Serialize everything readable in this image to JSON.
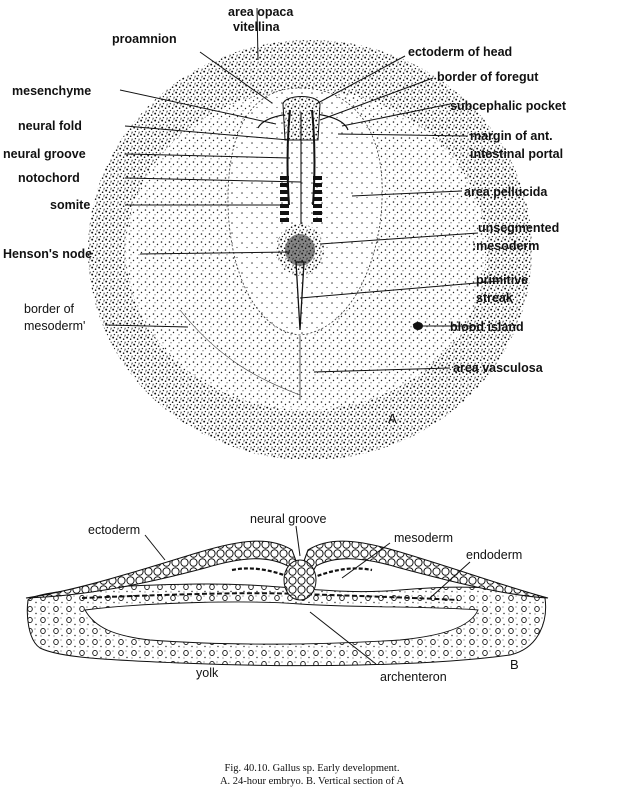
{
  "figure_a": {
    "panel_label": "A",
    "labels": {
      "area_opaca_1": "area opaca",
      "area_opaca_2": "vitellina",
      "proamnion": "proamnion",
      "ectoderm_of_head": "ectoderm of head",
      "border_of_foregut": "border of foregut",
      "mesenchyme": "mesenchyme",
      "subcephalic_pocket": "subcephalic pocket",
      "neural_fold": "neural fold",
      "margin_ant_1": "margin of ant.",
      "margin_ant_2": "intestinal portal",
      "neural_groove": "neural groove",
      "notochord": "notochord",
      "area_pellucida": "area pellucida",
      "somite": "somite",
      "unsegmented_1": "unsegmented",
      "unsegmented_2": ":mesoderm",
      "hensons_node": "Henson's node",
      "primitive_1": "primitive",
      "primitive_2": "streak",
      "border_mesoderm_1": "border of",
      "border_mesoderm_2": "mesoderm'",
      "blood_island": "blood island",
      "area_vasculosa": "area vasculosa"
    }
  },
  "figure_b": {
    "panel_label": "B",
    "labels": {
      "neural_groove": "neural groove",
      "ectoderm": "ectoderm",
      "mesoderm": "mesoderm",
      "endoderm": "endoderm",
      "yolk": "yolk",
      "archenteron": "archenteron"
    }
  },
  "caption": {
    "line1": "Fig. 40.10. Gallus sp. Early development.",
    "line2": "A. 24-hour embryo. B. Vertical section of A"
  }
}
